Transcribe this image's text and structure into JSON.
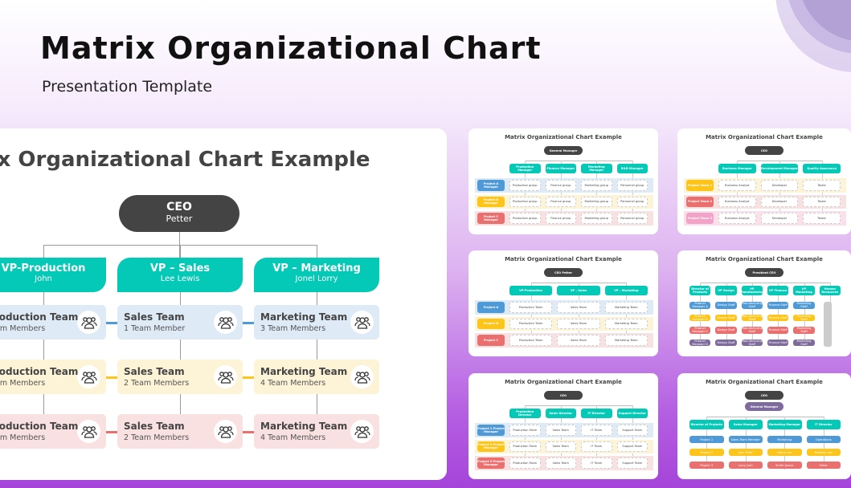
{
  "header": {
    "title": "Matrix Organizational Chart",
    "subtitle": "Presentation Template"
  },
  "colors": {
    "teal": "#04c9b6",
    "dark": "#444444",
    "blue": "#4f9ad6",
    "yellow": "#fdc41a",
    "red": "#ea6f6f",
    "purple": "#7e6a9c",
    "blue_bg": "#deeaf6",
    "yellow_bg": "#fdf3d6",
    "red_bg": "#fae1e1"
  },
  "main": {
    "title": "Matrix Organizational Chart Example",
    "ceo": {
      "title": "CEO",
      "name": "Petter"
    },
    "vps": [
      {
        "title": "VP-Production",
        "name": "John"
      },
      {
        "title": "VP – Sales",
        "name": "Lee Lewis"
      },
      {
        "title": "VP – Marketing",
        "name": "Jonel Lorry"
      }
    ],
    "rows": [
      {
        "color": "blue",
        "teams": [
          {
            "name": "Production Team",
            "members": "Team Members"
          },
          {
            "name": "Sales Team",
            "members": "1 Team Member"
          },
          {
            "name": "Marketing Team",
            "members": "3 Team Members"
          }
        ]
      },
      {
        "color": "yellow",
        "teams": [
          {
            "name": "Production Team",
            "members": "Team Members"
          },
          {
            "name": "Sales Team",
            "members": "2 Team Members"
          },
          {
            "name": "Marketing Team",
            "members": "4 Team Members"
          }
        ]
      },
      {
        "color": "red",
        "teams": [
          {
            "name": "Production Team",
            "members": "Team Members"
          },
          {
            "name": "Sales Team",
            "members": "2 Team Members"
          },
          {
            "name": "Marketing Team",
            "members": "4 Team Members"
          }
        ]
      }
    ],
    "team_icon": "people-group-icon"
  },
  "thumbnails": [
    {
      "title": "Matrix Organizational Chart Example",
      "top": [
        "General Manager"
      ],
      "columns": [
        "Production Manager",
        "Finance Manager",
        "Marketing Manager",
        "R&D Manager"
      ],
      "rows": [
        {
          "label": "Project A Manager",
          "color": "blue",
          "cells": [
            "Production group",
            "Finance group",
            "Marketing group",
            "Personnel group"
          ]
        },
        {
          "label": "Project B Manager",
          "color": "yellow",
          "cells": [
            "Production group",
            "Finance group",
            "Marketing group",
            "Personnel group"
          ]
        },
        {
          "label": "Project C Manager",
          "color": "red",
          "cells": [
            "Production group",
            "Finance group",
            "Marketing group",
            "Personnel group"
          ]
        }
      ]
    },
    {
      "title": "Matrix Organizational Chart Example",
      "top": [
        "CEO"
      ],
      "columns": [
        "Business Manager",
        "Development Manager",
        "Quality Assurance"
      ],
      "rows": [
        {
          "label": "Project Team 1",
          "color": "yellow",
          "cells": [
            "Business Analyst",
            "Developer",
            "Tester"
          ]
        },
        {
          "label": "Project Team 2",
          "color": "red",
          "cells": [
            "Business Analyst",
            "Developer",
            "Tester"
          ]
        },
        {
          "label": "Project Team 3",
          "color": "pink",
          "cells": [
            "Business Analyst",
            "Developer",
            "Tester"
          ]
        }
      ]
    },
    {
      "title": "Matrix Organizational Chart Example",
      "top": [
        "CEO Petter"
      ],
      "columns": [
        "VP-Production",
        "VP – Sales",
        "VP – Marketing"
      ],
      "rows": [
        {
          "label": "Project A",
          "color": "blue",
          "cells": [
            "Production Team",
            "Sales Team",
            "Marketing Team"
          ]
        },
        {
          "label": "Project B",
          "color": "yellow",
          "cells": [
            "Production Team",
            "Sales Team",
            "Marketing Team"
          ]
        },
        {
          "label": "Project C",
          "color": "red",
          "cells": [
            "Production Team",
            "Sales Team",
            "Marketing Team"
          ]
        }
      ]
    },
    {
      "title": "Matrix Organizational Chart Example",
      "top": [
        "President CEO"
      ],
      "columns": [
        "Director of Products",
        "VP Design",
        "VP Manufacturing",
        "VP Finance",
        "VP Marketing",
        "Human Resources"
      ],
      "rows": [
        {
          "label": "",
          "color": "blue",
          "cells": [
            "Product Manager A",
            "Design Staff",
            "Manufacturing Staff",
            "Finance Staff",
            "Marketing Staff"
          ]
        },
        {
          "label": "",
          "color": "yellow",
          "cells": [
            "Product Manager B",
            "Design Staff",
            "Manufacturing Staff",
            "Finance Staff",
            "Marketing Staff"
          ]
        },
        {
          "label": "",
          "color": "red",
          "cells": [
            "Product Manager C",
            "Design Staff",
            "Manufacturing Staff",
            "Finance Staff",
            "Marketing Staff"
          ]
        },
        {
          "label": "",
          "color": "purple",
          "cells": [
            "Product Manager D",
            "Design Staff",
            "Manufacturing Staff",
            "Finance Staff",
            "Marketing Staff"
          ]
        }
      ]
    },
    {
      "title": "Matrix Organizational Chart Example",
      "top": [
        "CEO"
      ],
      "columns": [
        "Production Director",
        "Sales Director",
        "IT Director",
        "Support Director"
      ],
      "rows": [
        {
          "label": "Project 1 Project Manager",
          "color": "blue",
          "cells": [
            "Production Team",
            "Sales Team",
            "IT Team",
            "Support Team"
          ]
        },
        {
          "label": "Project 2 Project Manager",
          "color": "yellow",
          "cells": [
            "Production Team",
            "Sales Team",
            "IT Team",
            "Support Team"
          ]
        },
        {
          "label": "Project 3 Project Manager",
          "color": "red",
          "cells": [
            "Production Team",
            "Sales Team",
            "IT Team",
            "Support Team"
          ]
        }
      ]
    },
    {
      "title": "Matrix Organizational Chart Example",
      "top": [
        "CEO",
        "General Manager"
      ],
      "columns": [
        "Director of Projects",
        "Sales Manager",
        "Marketing Manager",
        "IT Director"
      ],
      "rows": [
        {
          "label": "",
          "color": "blue",
          "cells": [
            "Project 1",
            "Sales Team Member",
            "Marketing",
            "Operations"
          ]
        },
        {
          "label": "",
          "color": "yellow",
          "cells": [
            "Project 2",
            "John Peter",
            "Diana Lee",
            "Madison Lee"
          ]
        },
        {
          "label": "",
          "color": "red",
          "cells": [
            "Project 3",
            "Larry Josh",
            "Smith James",
            "Other"
          ]
        }
      ]
    }
  ]
}
